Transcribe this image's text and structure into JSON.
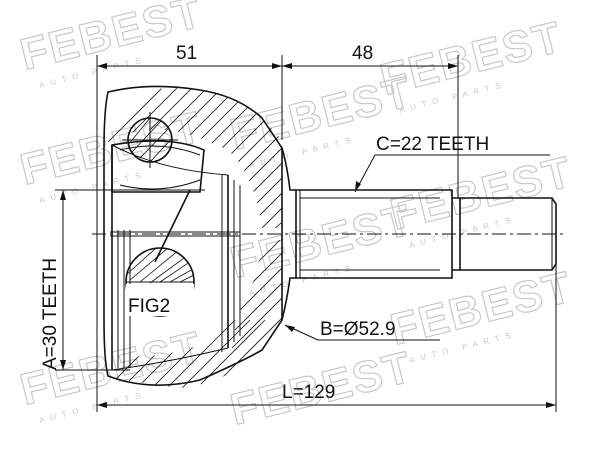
{
  "watermark": {
    "brand": "FEBEST",
    "tagline": "AUTO PARTS"
  },
  "dimensions": {
    "outer_length": "51",
    "stub_length": "48",
    "total_length": "L=129",
    "spline_c": "C=22 TEETH",
    "diameter_b": "B=Ø52.9",
    "inner_a": "A=30 TEETH"
  },
  "figure_label": "FIG2",
  "colors": {
    "line": "#111111",
    "watermark": "#c9c9c9",
    "background": "#ffffff"
  }
}
